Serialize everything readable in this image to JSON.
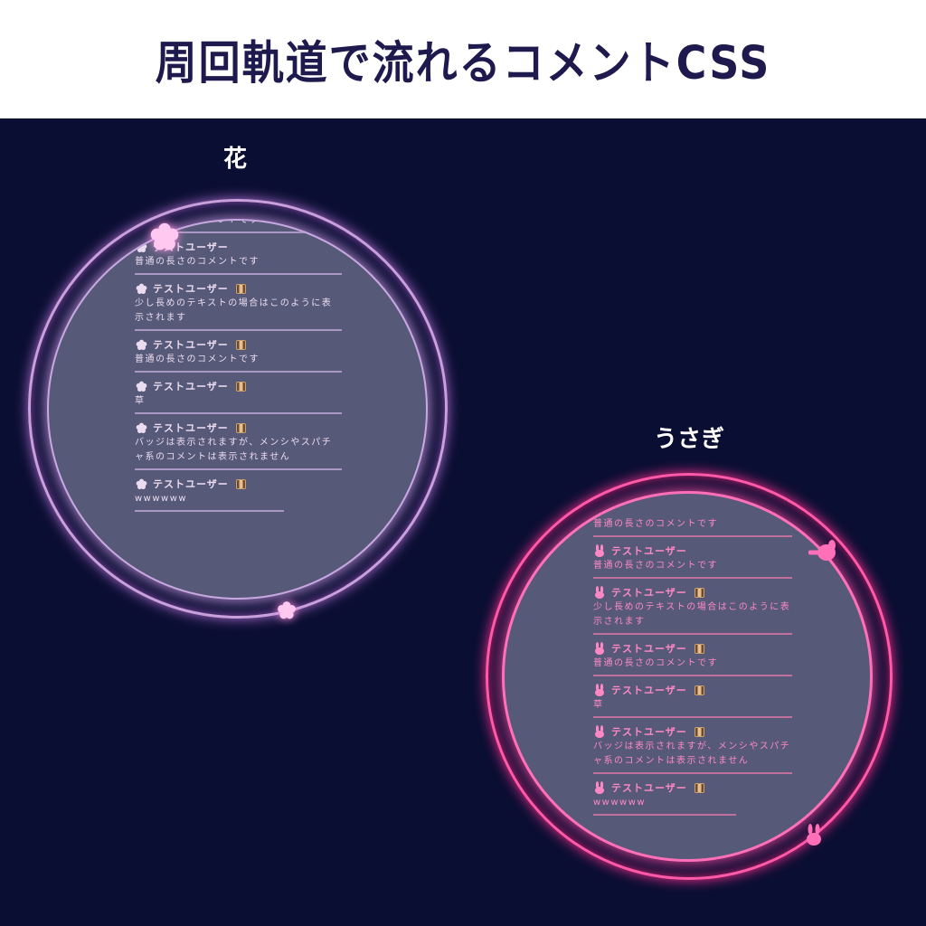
{
  "header": {
    "title": "周回軌道で流れるコメントCSS"
  },
  "colors": {
    "background": "#0b0e33",
    "title": "#1f1a4e",
    "flower_accent": "#f0c8f0",
    "rabbit_accent": "#ff69b4",
    "disc": "#565a78"
  },
  "panels": [
    {
      "label": "花",
      "icon": "flower-icon",
      "comments": [
        {
          "user": "",
          "text": "普通の長さのコメントです",
          "badge": false,
          "partial": true
        },
        {
          "user": "テストユーザー",
          "text": "普通の長さのコメントです",
          "badge": false
        },
        {
          "user": "テストユーザー",
          "text": "少し長めのテキストの場合はこのように表示されます",
          "badge": true
        },
        {
          "user": "テストユーザー",
          "text": "普通の長さのコメントです",
          "badge": true
        },
        {
          "user": "テストユーザー",
          "text": "草",
          "badge": true
        },
        {
          "user": "テストユーザー",
          "text": "バッジは表示されますが、メンシやスパチャ系のコメントは表示されません",
          "badge": true
        },
        {
          "user": "テストユーザー",
          "text": "wwwwww",
          "badge": true,
          "last": true
        }
      ]
    },
    {
      "label": "うさぎ",
      "icon": "rabbit-icon",
      "comments": [
        {
          "user": "",
          "text": "普通の長さのコメントです",
          "badge": false,
          "partial": true
        },
        {
          "user": "テストユーザー",
          "text": "普通の長さのコメントです",
          "badge": false
        },
        {
          "user": "テストユーザー",
          "text": "少し長めのテキストの場合はこのように表示されます",
          "badge": true
        },
        {
          "user": "テストユーザー",
          "text": "普通の長さのコメントです",
          "badge": true
        },
        {
          "user": "テストユーザー",
          "text": "草",
          "badge": true
        },
        {
          "user": "テストユーザー",
          "text": "バッジは表示されますが、メンシやスパチャ系のコメントは表示されません",
          "badge": true
        },
        {
          "user": "テストユーザー",
          "text": "wwwwww",
          "badge": true,
          "last": true
        }
      ]
    }
  ]
}
